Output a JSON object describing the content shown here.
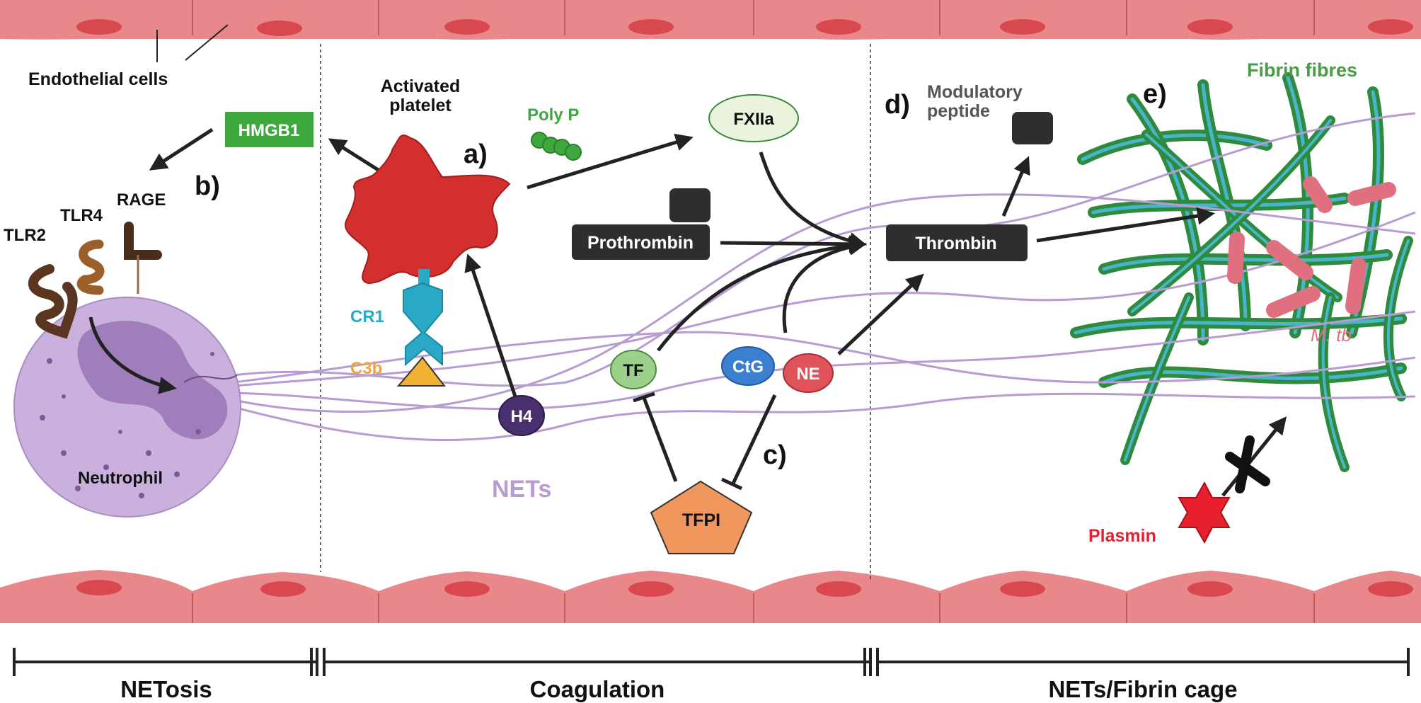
{
  "labels": {
    "endothelial_cells": "Endothelial cells",
    "activated_platelet_line1": "Activated",
    "activated_platelet_line2": "platelet",
    "poly_p": "Poly P",
    "hmgb1": "HMGB1",
    "fxiia": "FXIIa",
    "prothrombin": "Prothrombin",
    "thrombin": "Thrombin",
    "modulatory_peptide_line1": "Modulatory",
    "modulatory_peptide_line2": "peptide",
    "fibrin_fibres": "Fibrin fibres",
    "m_tb": "M. tb",
    "plasmin": "Plasmin",
    "tlr2": "TLR2",
    "tlr4": "TLR4",
    "rage": "RAGE",
    "neutrophil": "Neutrophil",
    "cr1": "CR1",
    "c3b": "C3b",
    "h4": "H4",
    "tf": "TF",
    "ctg": "CtG",
    "ne": "NE",
    "tfpi": "TFPI",
    "nets": "NETs"
  },
  "panel_letters": {
    "a": "a)",
    "b": "b)",
    "c": "c)",
    "d": "d)",
    "e": "e)"
  },
  "phases": [
    "NETosis",
    "Coagulation",
    "NETs/Fibrin cage"
  ],
  "colors": {
    "endothelium": "#e9888a",
    "endothelium_nucleus": "#d9474f",
    "platelet": "#d32f2f",
    "hmgb1": "#3ea83e",
    "poly_p": "#3ea83e",
    "fxiia_fill": "#eaf4dd",
    "dark_box": "#2e2e2e",
    "nets": "#b79bd1",
    "neutrophil": "#c9b0dd",
    "cr1": "#29a9c5",
    "c3b": "#f2b233",
    "h4": "#4a2f6e",
    "tf": "#9bd18a",
    "ctg": "#3a7fd0",
    "ne": "#e0535b",
    "tfpi": "#f0975e",
    "fibrin": "#2e8b3e",
    "fibrin_light": "#4ab5c9",
    "mtb": "#e07080",
    "plasmin": "#e8202e",
    "tlr_brown": "#6b3f26",
    "tlr4_brown": "#a0622d"
  }
}
